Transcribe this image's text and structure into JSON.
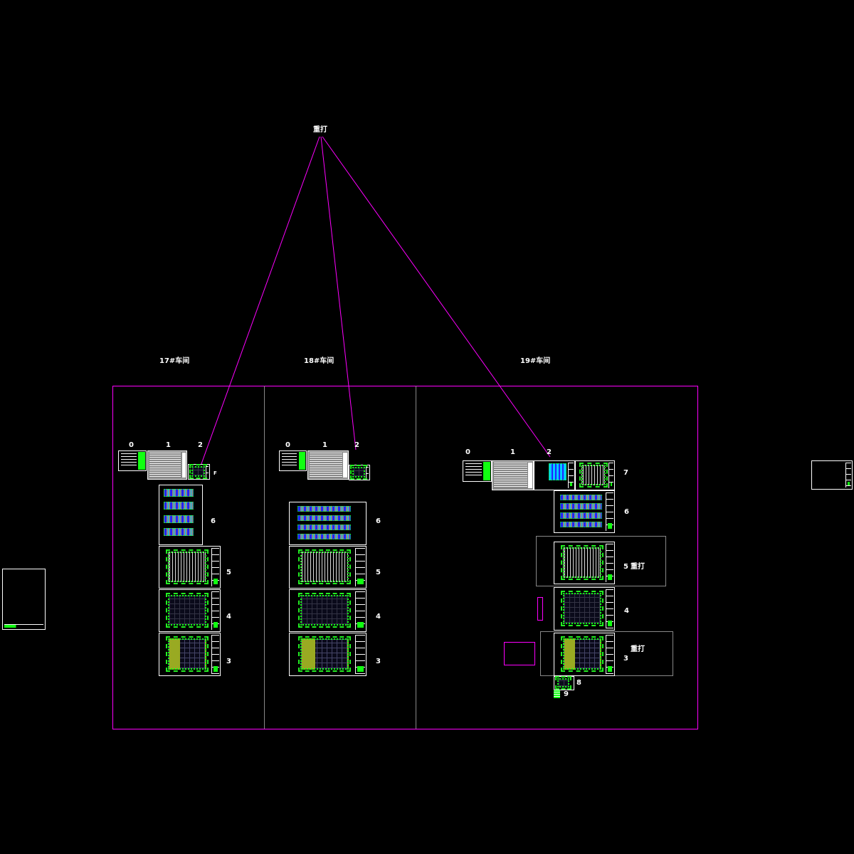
{
  "top_label": "重打",
  "sections": [
    {
      "title": "17#车间",
      "sheet_numbers": [
        "0",
        "1",
        "2",
        "F",
        "6",
        "5",
        "4",
        "3"
      ]
    },
    {
      "title": "18#车间",
      "sheet_numbers": [
        "0",
        "1",
        "2",
        "6",
        "5",
        "4",
        "3"
      ]
    },
    {
      "title": "19#车间",
      "sheet_numbers": [
        "0",
        "1",
        "2",
        "7",
        "6",
        "5",
        "4",
        "3",
        "8",
        "9"
      ],
      "reprint_label_a": "重打",
      "reprint_label_b": "重打"
    }
  ],
  "colors": {
    "background": "#000000",
    "frame": "#ff00ff",
    "divider": "#808080",
    "sheet_border": "#ffffff",
    "linework": "#11ff11"
  }
}
